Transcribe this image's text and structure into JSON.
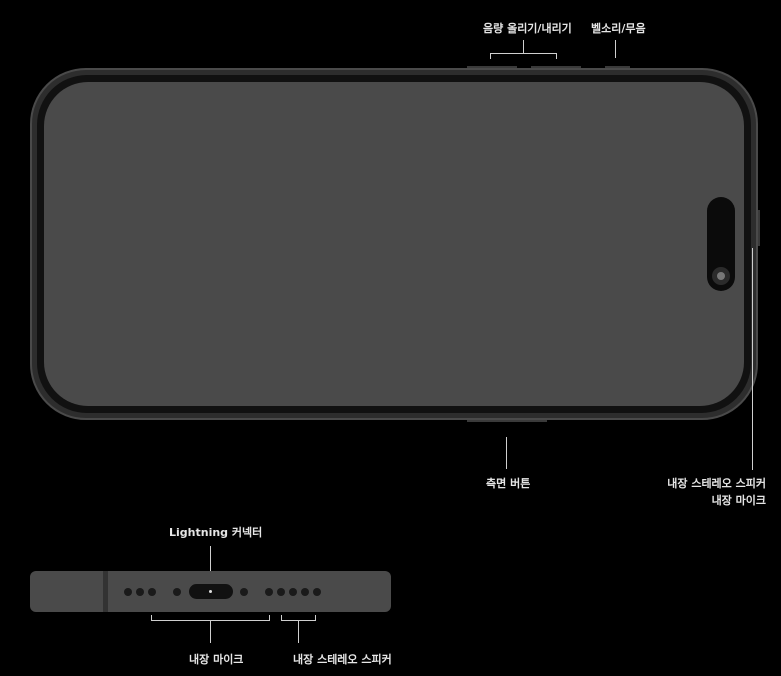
{
  "labels": {
    "volume": "음량 올리기/내리기",
    "ringer": "벨소리/무음",
    "side_button": "측면 버튼",
    "right_speaker": "내장 스테레오 스피커",
    "right_mic": "내장 마이크",
    "lightning": "Lightning 커넥터",
    "bottom_mic": "내장 마이크",
    "bottom_speaker": "내장 스테레오 스피커"
  },
  "colors": {
    "background": "#000000",
    "frame": "#2d2d2d",
    "screen": "#4a4a4a",
    "label": "#e6e6e6"
  }
}
